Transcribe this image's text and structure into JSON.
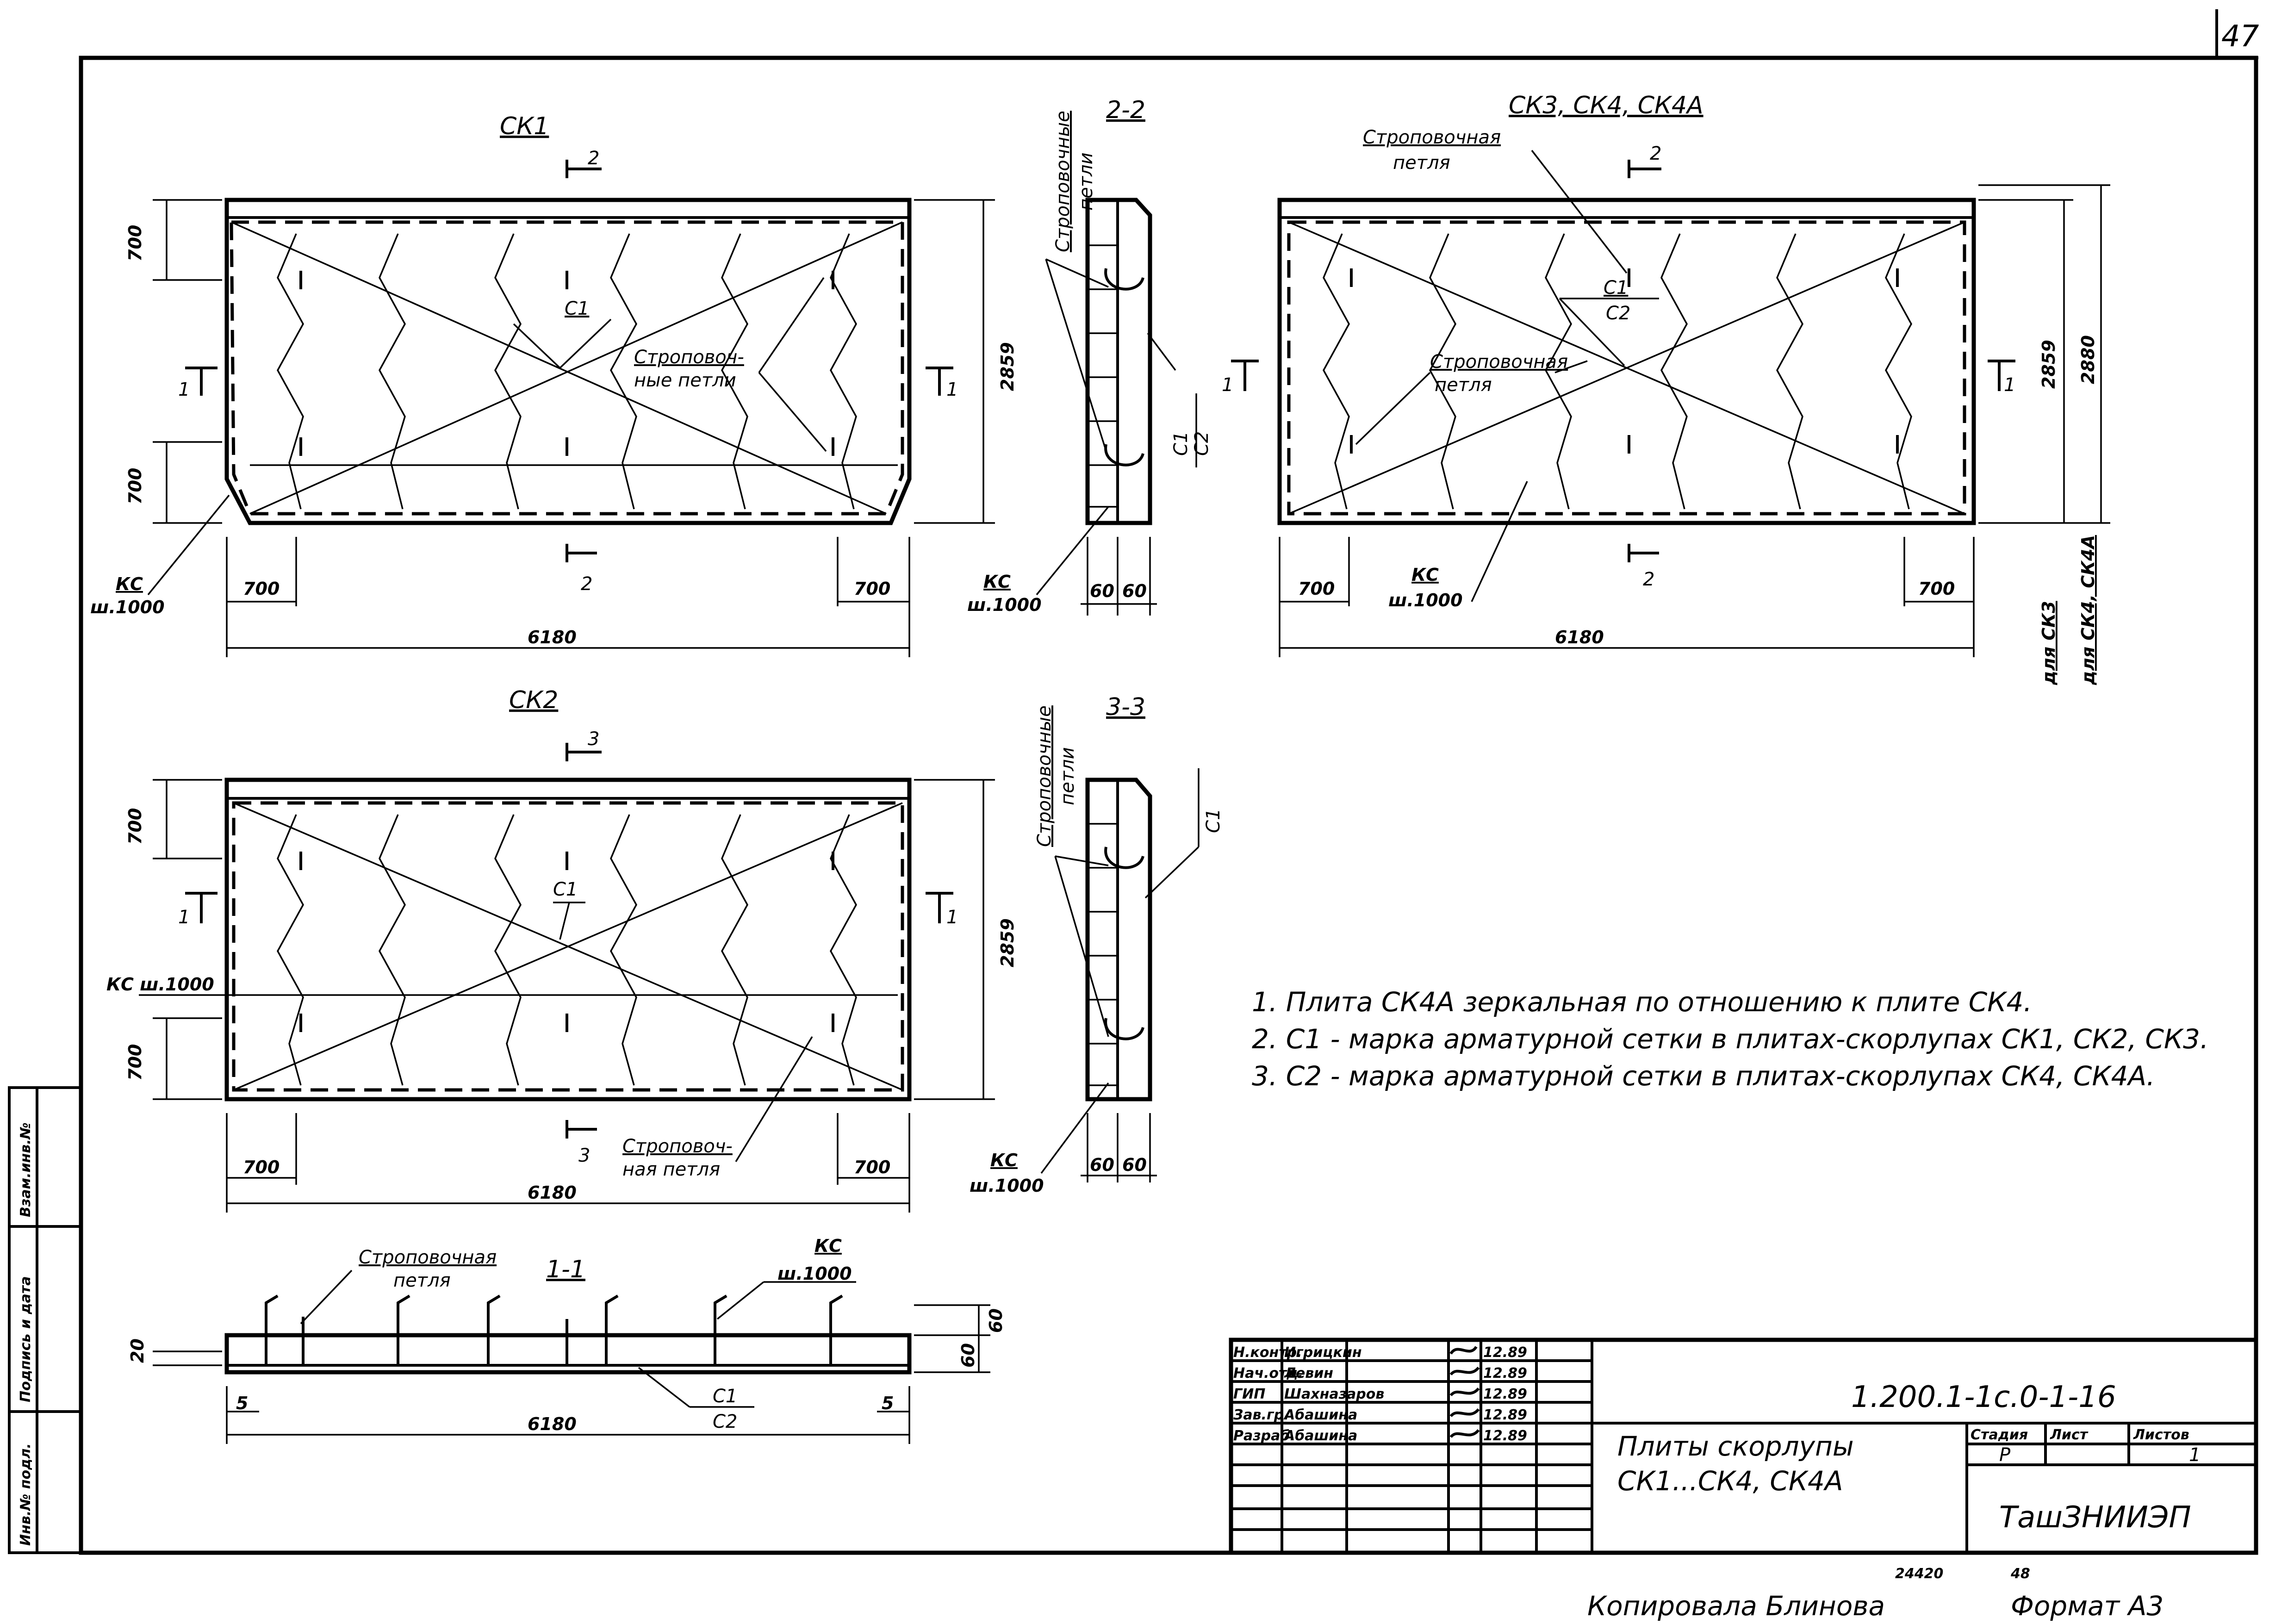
{
  "sheet": {
    "page_number": "47",
    "copy_credit": "Копировала Блинова",
    "format": "Формат А3",
    "archive_code": "24420",
    "archive_sub": "48"
  },
  "views": {
    "ck1": {
      "title": "СК1",
      "width": "6180",
      "height": "2859",
      "edge": "700",
      "mesh": "С1",
      "loops": "Строповоч-",
      "loops2": "ные петли",
      "kc": "КС",
      "kc_step": "ш.1000",
      "sec_marker": "2",
      "sec_side": "1"
    },
    "ck2": {
      "title": "СК2",
      "width": "6180",
      "height": "2859",
      "edge": "700",
      "mesh": "С1",
      "loop": "Строповоч-",
      "loop2": "ная петля",
      "kc": "КС ш.1000",
      "sec_marker": "3",
      "sec_side": "1"
    },
    "ck3": {
      "title": "СК3, СК4, СК4А",
      "width": "6180",
      "height_a": "2859",
      "height_b": "2880",
      "edge": "700",
      "mesh_a": "С1",
      "mesh_b": "С2",
      "loop_top": "Строповочная",
      "loop_top2": "петля",
      "loop_mid": "Строповочная",
      "loop_mid2": "петля",
      "kc": "КС",
      "kc_step": "ш.1000",
      "for_a": "для СК3",
      "for_b": "для СК4, СК4А",
      "sec_marker": "2",
      "sec_side": "1"
    },
    "s22": {
      "title": "2-2",
      "loops": "Строповочные",
      "loops2": "петли",
      "mesh_a": "С1",
      "mesh_b": "С2",
      "kc": "КС",
      "kc_step": "ш.1000",
      "d1": "60",
      "d2": "60"
    },
    "s33": {
      "title": "3-3",
      "loops": "Строповочные",
      "loops2": "петли",
      "mesh": "С1",
      "kc": "КС",
      "kc_step": "ш.1000",
      "d1": "60",
      "d2": "60"
    },
    "s11": {
      "title": "1-1",
      "loop": "Строповочная",
      "loop2": "петля",
      "kc": "КС",
      "kc_step": "ш.1000",
      "mesh_a": "С1",
      "mesh_b": "С2",
      "width": "6180",
      "edge_l": "5",
      "edge_r": "5",
      "h_total": "60",
      "h_rib": "60",
      "h_slab": "20"
    }
  },
  "notes": [
    "1. Плита СК4А зеркальная по отношению к плите СК4.",
    "2. С1 - марка арматурной сетки в плитах-скорлупах СК1, СК2, СК3.",
    "3. С2 - марка арматурной сетки в плитах-скорлупах СК4, СК4А."
  ],
  "side_stamp": {
    "c1": "Инв.№ подл.",
    "c2": "Подпись и дата",
    "c3": "Взам.инв.№"
  },
  "title_block": {
    "code": "1.200.1-1с.0-1-16",
    "name_l1": "Плиты скорлупы",
    "name_l2": "СК1...СК4, СК4А",
    "org": "ТашЗНИИЭП",
    "stage_h": "Стадия",
    "sheet_h": "Лист",
    "sheets_h": "Листов",
    "stage": "Р",
    "sheets": "1",
    "rows": [
      {
        "role": "Н.контр.",
        "name": "Игрицкин",
        "date": "12.89"
      },
      {
        "role": "Нач.отд.",
        "name": "Левин",
        "date": "12.89"
      },
      {
        "role": "ГИП",
        "name": "Шахназаров",
        "date": "12.89"
      },
      {
        "role": "Зав.гр.",
        "name": "Абашина",
        "date": "12.89"
      },
      {
        "role": "Разраб.",
        "name": "Абашина",
        "date": "12.89"
      }
    ]
  }
}
